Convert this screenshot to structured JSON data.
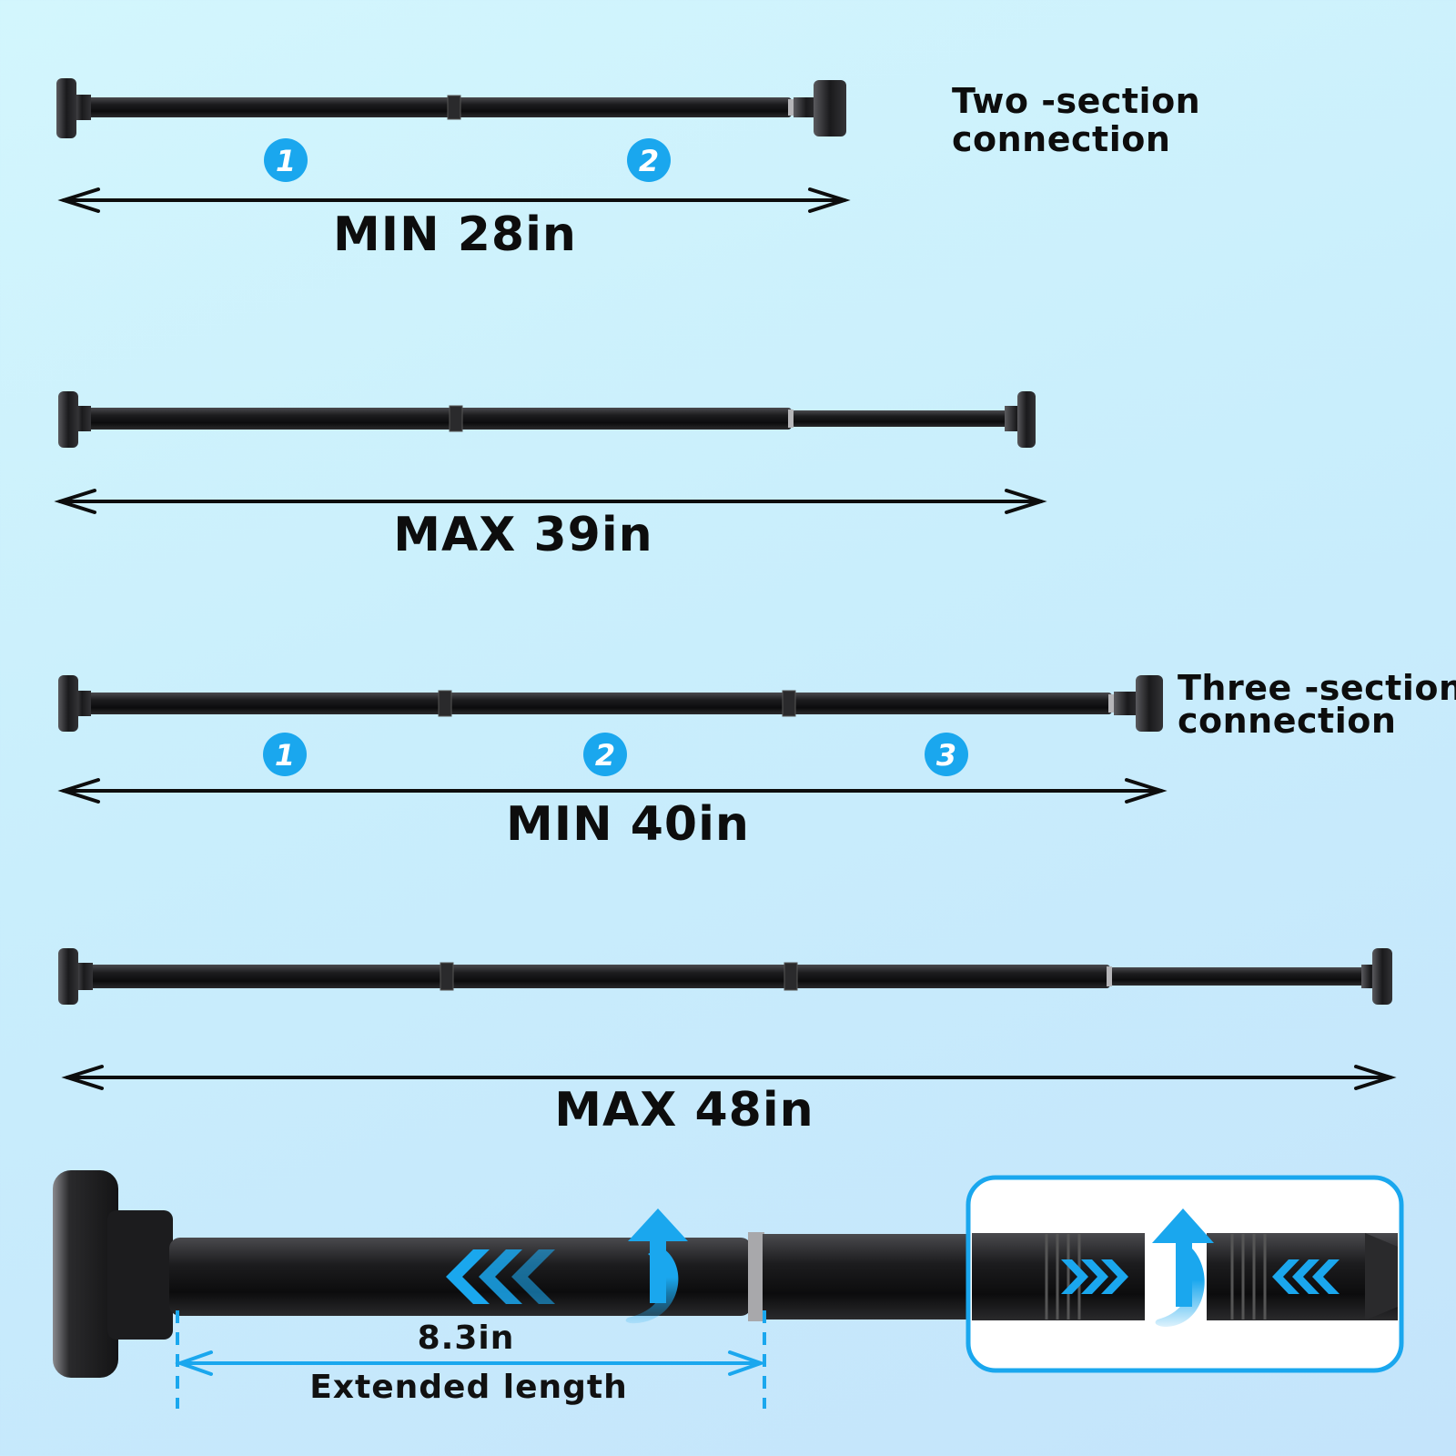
{
  "two_section": {
    "title_line1": "Two -section",
    "title_line2": "connection",
    "min_label": "MIN 28in",
    "max_label": "MAX 39in",
    "badges": [
      "1",
      "2"
    ]
  },
  "three_section": {
    "title_line1": "Three -section",
    "title_line2": "connection",
    "min_label": "MIN 40in",
    "max_label": "MAX 48in",
    "badges": [
      "1",
      "2",
      "3"
    ]
  },
  "detail": {
    "extended_value": "8.3in",
    "extended_label": "Extended length"
  },
  "colors": {
    "accent_blue": "#1aa7ee",
    "rod": "#1b1b1d",
    "text": "#0d0d0d"
  }
}
